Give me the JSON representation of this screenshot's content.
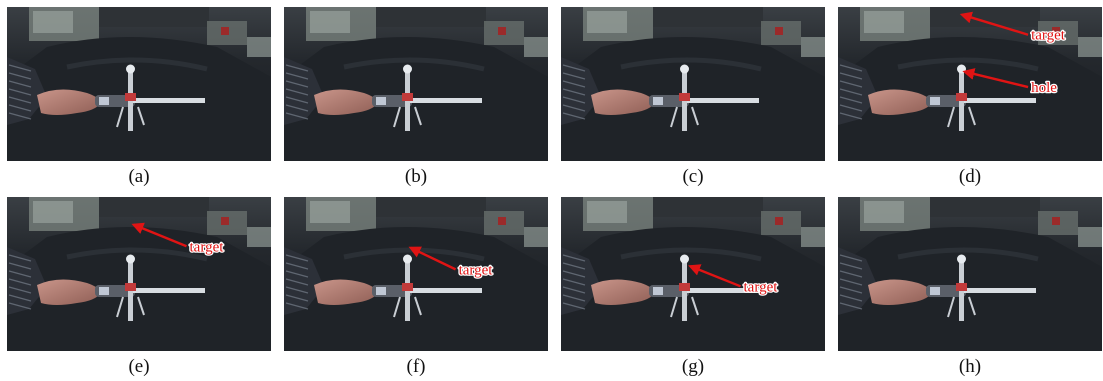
{
  "colors": {
    "annotation": "#e01414",
    "annotation_outline": "#ffffff",
    "background": "#ffffff",
    "scene_dark": "#1b1d22"
  },
  "panels": [
    {
      "caption": "(a)",
      "annotations": []
    },
    {
      "caption": "(b)",
      "annotations": []
    },
    {
      "caption": "(c)",
      "annotations": []
    },
    {
      "caption": "(d)",
      "annotations": [
        {
          "label": "target",
          "tail": [
            0.72,
            0.18
          ],
          "tip": [
            0.47,
            0.05
          ]
        },
        {
          "label": "hole",
          "tail": [
            0.72,
            0.52
          ],
          "tip": [
            0.48,
            0.42
          ]
        }
      ]
    },
    {
      "caption": "(e)",
      "annotations": [
        {
          "label": "target",
          "tail": [
            0.68,
            0.32
          ],
          "tip": [
            0.48,
            0.18
          ]
        }
      ]
    },
    {
      "caption": "(f)",
      "annotations": [
        {
          "label": "target",
          "tail": [
            0.65,
            0.47
          ],
          "tip": [
            0.48,
            0.33
          ]
        }
      ]
    },
    {
      "caption": "(g)",
      "annotations": [
        {
          "label": "target",
          "tail": [
            0.68,
            0.58
          ],
          "tip": [
            0.49,
            0.45
          ]
        }
      ]
    },
    {
      "caption": "(h)",
      "annotations": []
    }
  ]
}
